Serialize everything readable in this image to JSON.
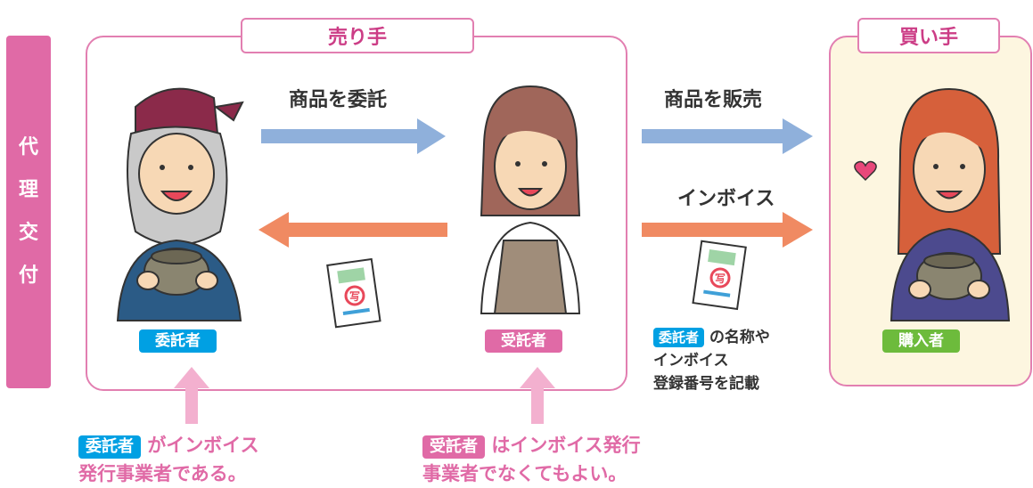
{
  "side_label": [
    "代",
    "理",
    "交",
    "付"
  ],
  "seller_title": "売り手",
  "buyer_title": "買い手",
  "arrow_consign_label": "商品を委託",
  "arrow_sell_label": "商品を販売",
  "arrow_invoice_label": "インボイス",
  "roles": {
    "consignor": "委託者",
    "consignee": "受託者",
    "buyer": "購入者"
  },
  "invoice_stamp": "写",
  "invoice_note": {
    "badge": "委託者",
    "line1": "の名称や",
    "line2": "インボイス",
    "line3": "登録番号を記載"
  },
  "note_consignor": {
    "badge": "委託者",
    "line1": "がインボイス",
    "line2": "発行事業者である。"
  },
  "note_consignee": {
    "badge": "受託者",
    "line1": "はインボイス発行",
    "line2": "事業者でなくてもよい。"
  },
  "colors": {
    "pink": "#e06aa6",
    "blue_arrow": "#8fb0db",
    "orange_arrow": "#f08a62",
    "badge_blue": "#00a0e3",
    "badge_green": "#6dbb3c",
    "buyer_bg": "#fdf6e0"
  }
}
